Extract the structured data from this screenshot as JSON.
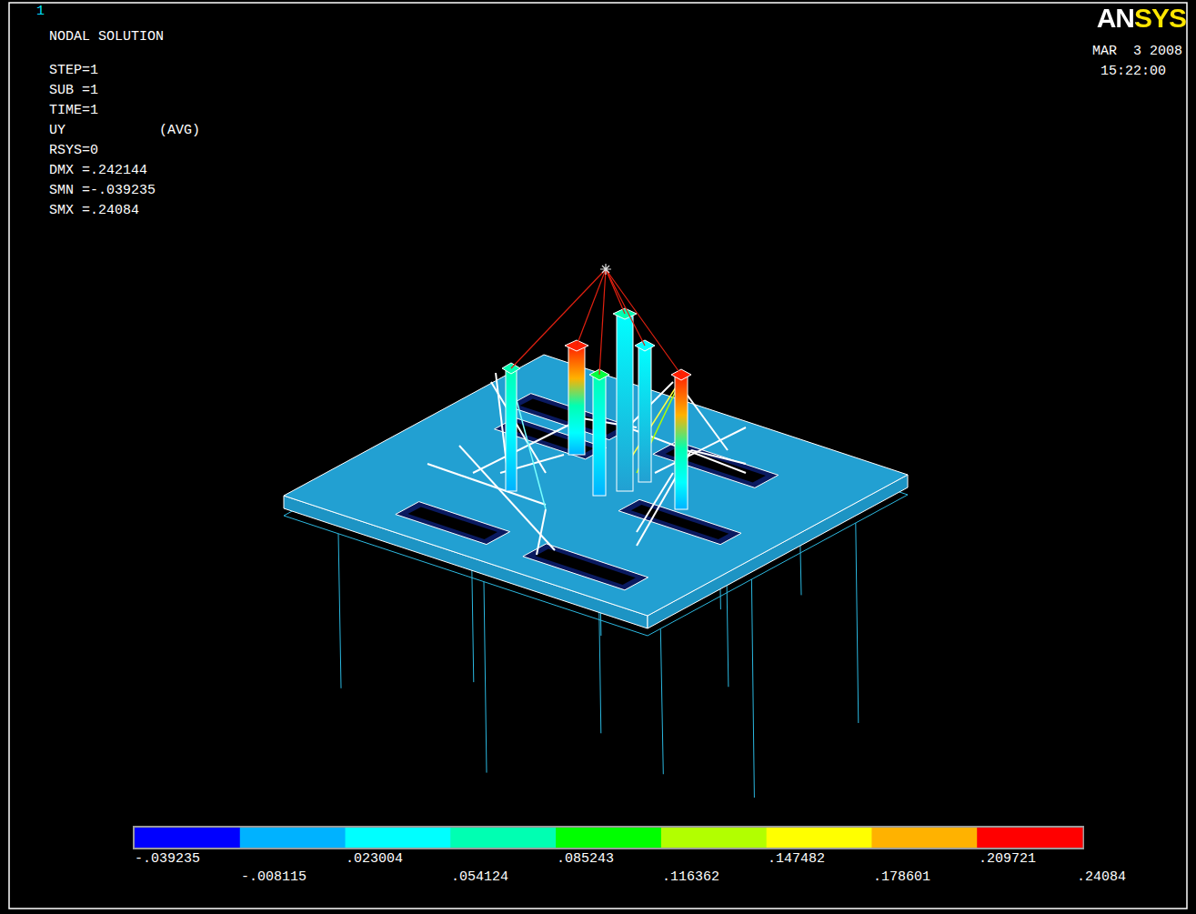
{
  "diagram": {
    "labels": [
      "1",
      "NODAL SOLUTION",
      "STEP=1",
      "SUB =1",
      "TIME=1",
      "UY",
      "(AVG)",
      "RSYS=0",
      "DMX =.242144",
      "SMN =-.039235",
      "SMX =.24084",
      "ANSYS",
      "MAR  3 2008",
      "15:22:00",
      "-.039235",
      "-.008115",
      ".023004",
      ".054124",
      ".085243",
      ".116362",
      ".147482",
      ".178601",
      ".209721",
      ".24084"
    ]
  }
}
